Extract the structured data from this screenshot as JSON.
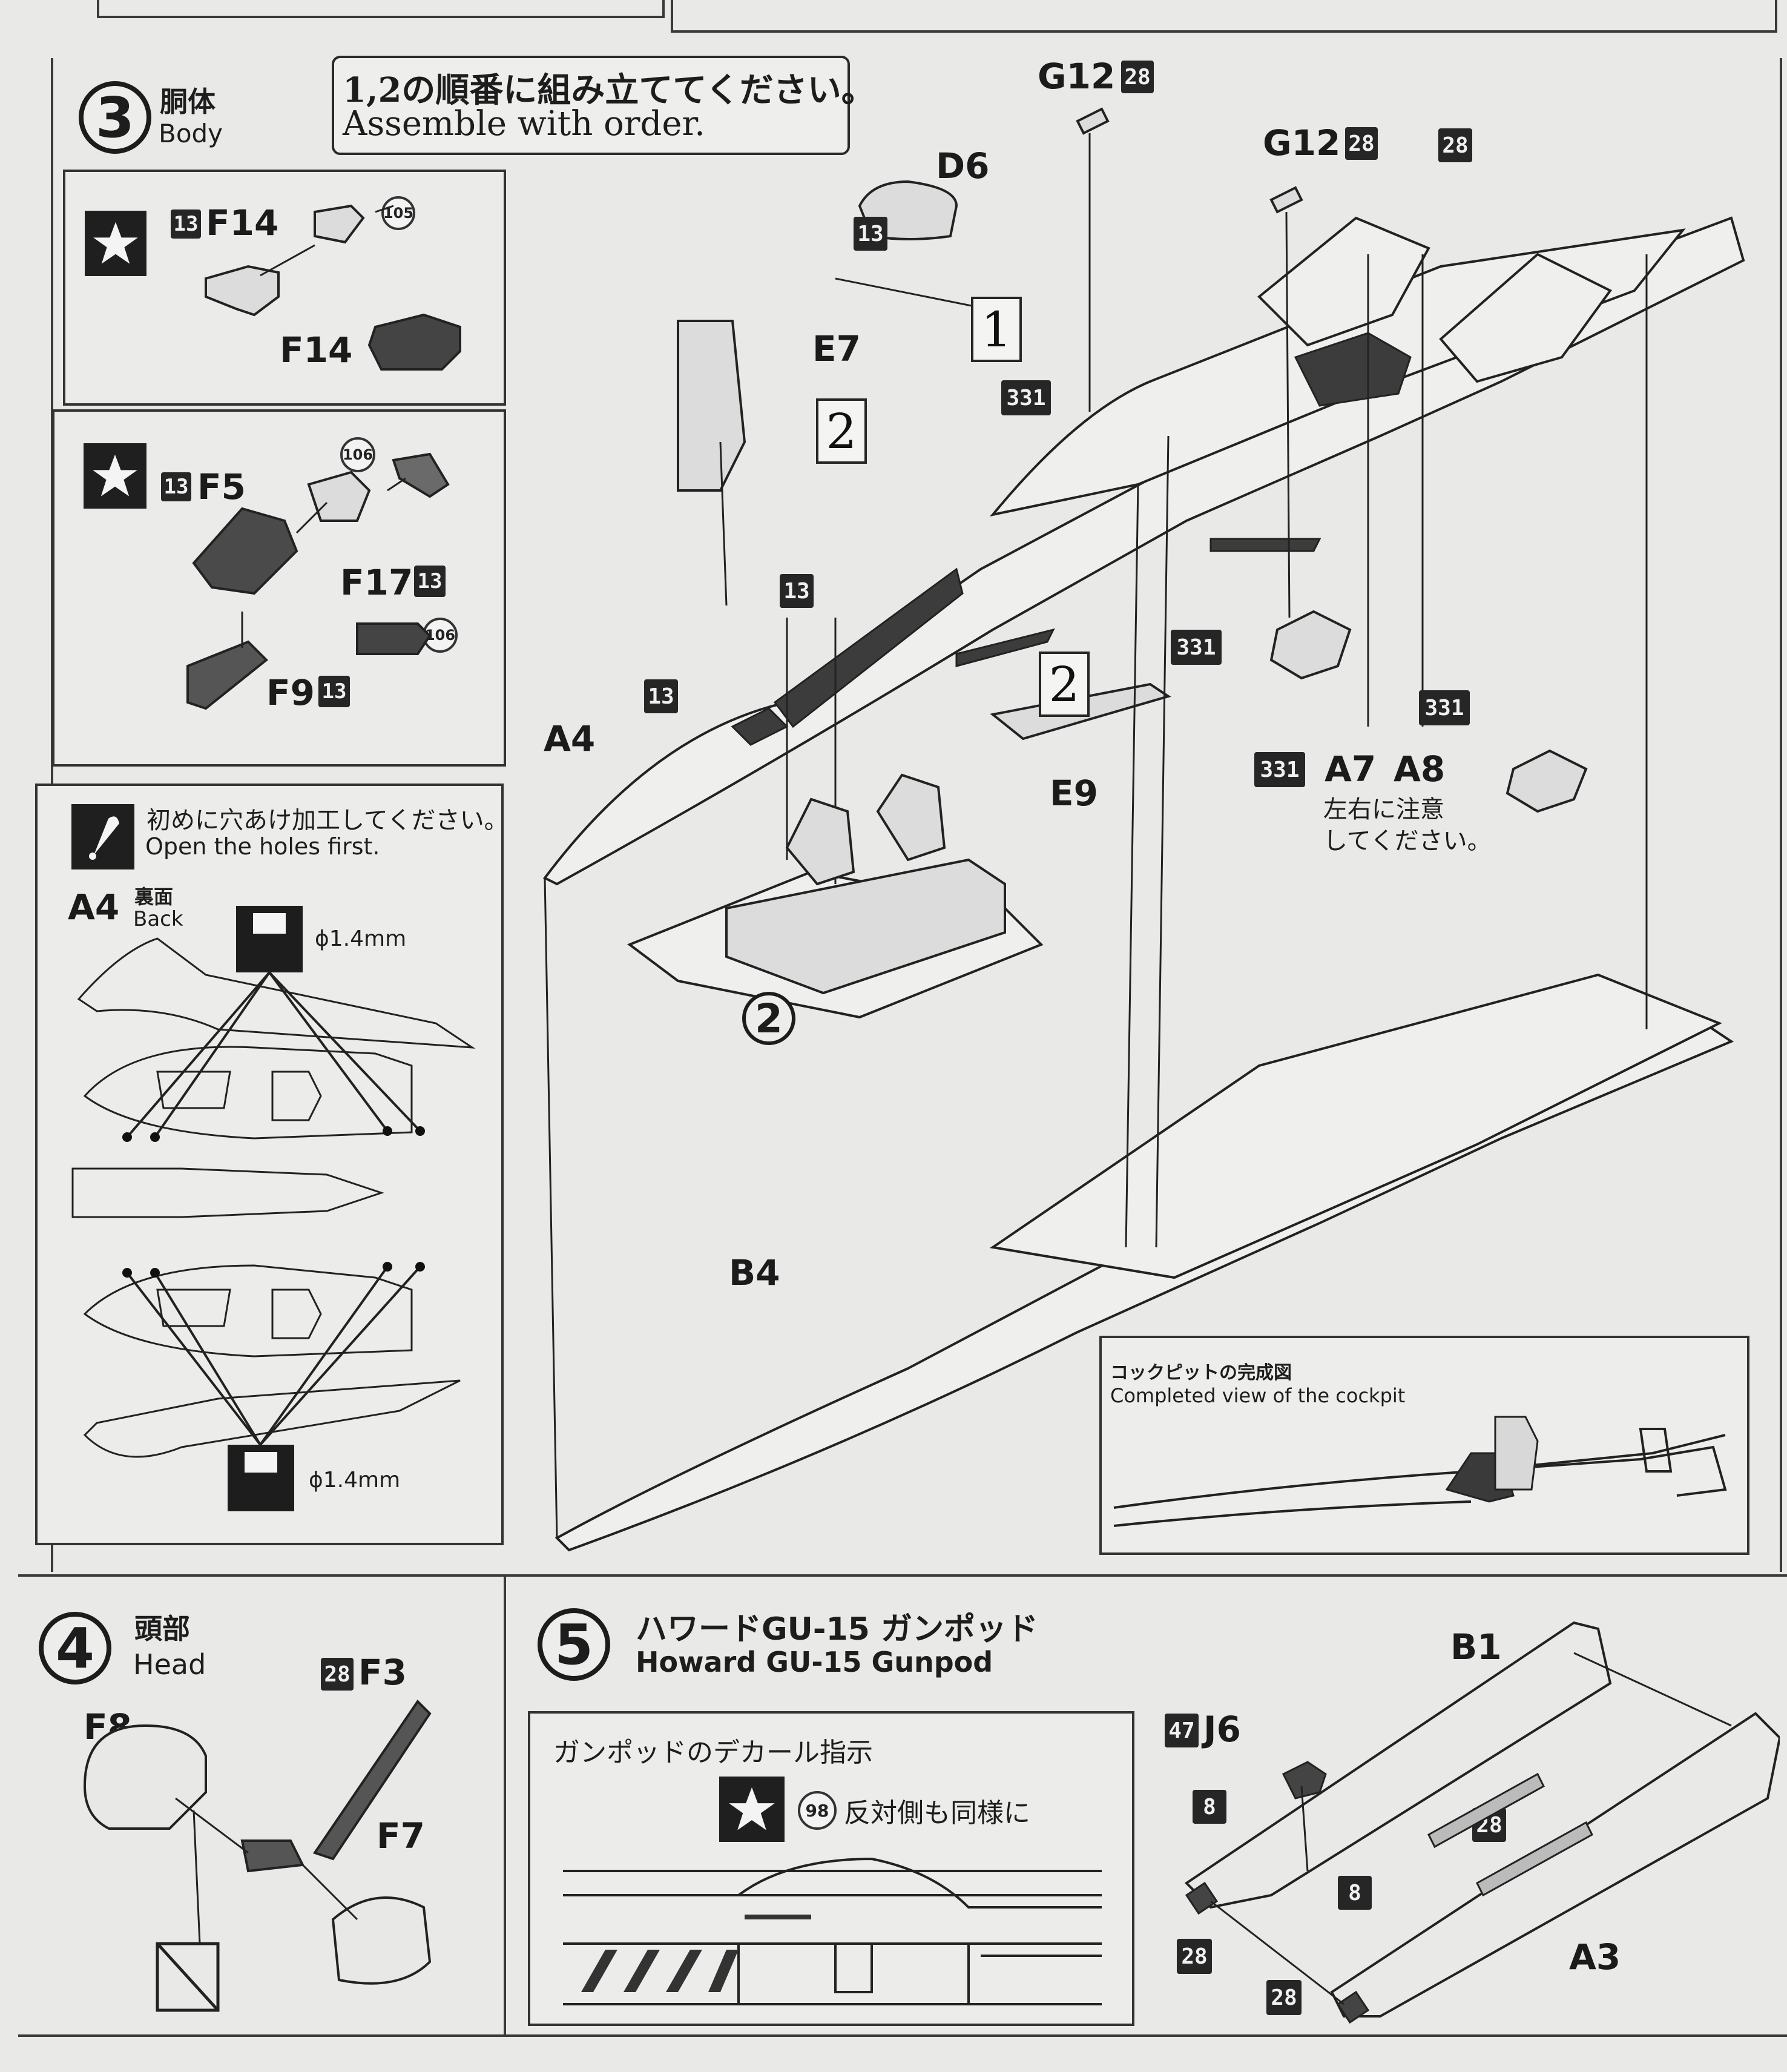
{
  "step3": {
    "number": "3",
    "title_ja": "胴体",
    "title_en": "Body",
    "note_ja": "1,2の順番に組み立ててください。",
    "note_en": "Assemble with order.",
    "subassembly1": {
      "part_a": "F14",
      "part_b": "F14",
      "paint": "13",
      "decal": "105"
    },
    "subassembly2": {
      "part_a": "F5",
      "part_b": "F17",
      "part_c": "F9",
      "paint": "13",
      "decal1": "106",
      "decal2": "106"
    },
    "holes": {
      "note_ja": "初めに穴あけ加工してください。",
      "note_en": "Open the holes first.",
      "part": "A4",
      "side_ja": "裏面",
      "side_en": "Back",
      "diameter_top": "ϕ1.4mm",
      "diameter_bottom": "ϕ1.4mm"
    },
    "parts": {
      "g12_top": "G12",
      "g12_top_paint": "28",
      "g12_right": "G12",
      "g12_right_paint": "28",
      "canopy_paint": "28",
      "d6": "D6",
      "d6_paint": "13",
      "e7": "E7",
      "order1": "1",
      "order2_upper": "2",
      "order2_mid": "2",
      "paint_331_a": "331",
      "paint_331_b": "331",
      "paint_331_c": "331",
      "paint_331_d": "331",
      "e9": "E9",
      "a7": "A7",
      "a8": "A8",
      "lr_note_line1": "左右に注意",
      "lr_note_line2": "してください。",
      "a4": "A4",
      "a4_paint": "13",
      "intake_paint": "13",
      "circle2": "2",
      "b4": "B4"
    },
    "cockpit_view": {
      "title_ja": "コックピットの完成図",
      "title_en": "Completed view of the cockpit"
    }
  },
  "step4": {
    "number": "4",
    "title_ja": "頭部",
    "title_en": "Head",
    "f3": "F3",
    "f3_paint": "28",
    "f8": "F8",
    "f7": "F7"
  },
  "step5": {
    "number": "5",
    "title_ja": "ハワードGU-15 ガンポッド",
    "title_en": "Howard GU-15 Gunpod",
    "decal_box_title": "ガンポッドのデカール指示",
    "decal_number": "98",
    "decal_note": "反対側も同様に",
    "b1": "B1",
    "j6": "J6",
    "j6_paint": "47",
    "paint_8a": "8",
    "paint_8b": "8",
    "paint_28a": "28",
    "paint_28b": "28",
    "paint_28c": "28",
    "a3": "A3"
  }
}
